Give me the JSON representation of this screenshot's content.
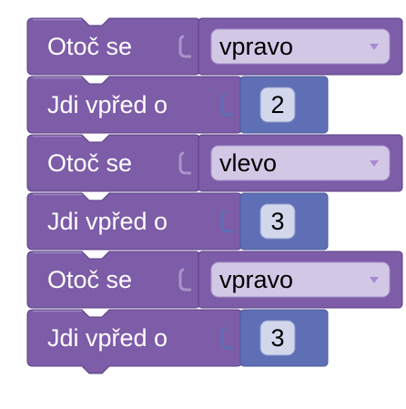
{
  "colors": {
    "block_fill": "#7D5CA8",
    "block_edge_light": "#9F86C4",
    "block_edge_dark": "#5B3F86",
    "turn_slot": "#6A4C95",
    "turn_field": "#D2C8E6",
    "turn_field_border": "#A894C8",
    "turn_arrow": "#A68AD1",
    "move_slot": "#5E6FB5",
    "move_slot_edge": "#4A5A9C",
    "number_field": "#D3D7EC",
    "number_field_border": "#8C99C8"
  },
  "program": {
    "blocks": [
      {
        "type": "turn",
        "label": "Otoč se",
        "value": "vpravo",
        "dropdown_icon": "triangle-down-icon"
      },
      {
        "type": "move",
        "label": "Jdi vpřed o",
        "value": "2"
      },
      {
        "type": "turn",
        "label": "Otoč se",
        "value": "vlevo",
        "dropdown_icon": "triangle-down-icon"
      },
      {
        "type": "move",
        "label": "Jdi vpřed o",
        "value": "3"
      },
      {
        "type": "turn",
        "label": "Otoč se",
        "value": "vpravo",
        "dropdown_icon": "triangle-down-icon"
      },
      {
        "type": "move",
        "label": "Jdi vpřed o",
        "value": "3"
      }
    ]
  }
}
